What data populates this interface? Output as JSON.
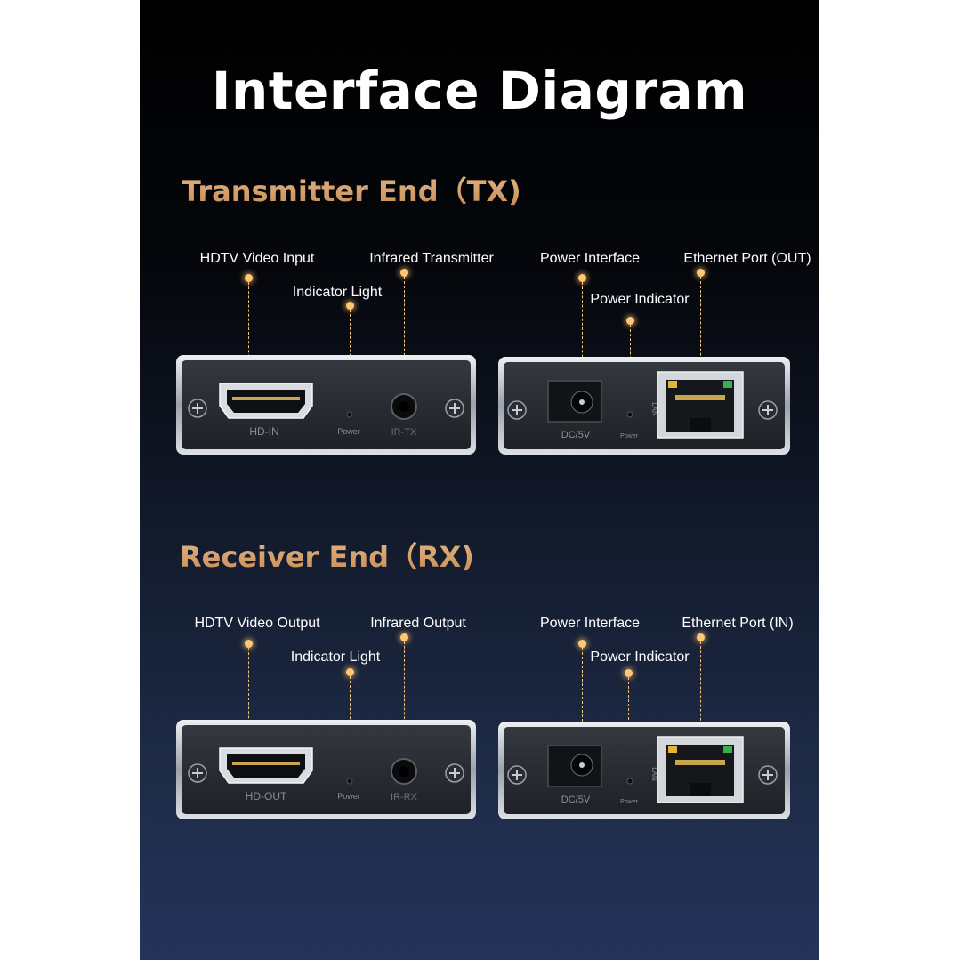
{
  "title": "Interface Diagram",
  "sections": [
    {
      "heading": "Transmitter End（TX)",
      "left_device": {
        "port_label": "HD-IN",
        "indicator_label": "Power",
        "ir_label": "IR-TX",
        "callouts": [
          "HDTV Video Input",
          "Indicator Light",
          "Infrared Transmitter"
        ]
      },
      "right_device": {
        "power_port_label": "DC/5V",
        "indicator_label": "Power",
        "lan_label": "LAN",
        "callouts": [
          "Power Interface",
          "Power Indicator",
          "Ethernet Port (OUT)"
        ]
      }
    },
    {
      "heading": "Receiver End（RX)",
      "left_device": {
        "port_label": "HD-OUT",
        "indicator_label": "Power",
        "ir_label": "IR-RX",
        "callouts": [
          "HDTV Video Output",
          "Indicator Light",
          "Infrared Output"
        ]
      },
      "right_device": {
        "power_port_label": "DC/5V",
        "indicator_label": "Power",
        "lan_label": "LAN",
        "callouts": [
          "Power Interface",
          "Power Indicator",
          "Ethernet Port (IN)"
        ]
      }
    }
  ],
  "colors": {
    "accent": "#ffc875",
    "heading": "#d39a62",
    "background_top": "#000000",
    "background_bottom": "#24335a"
  }
}
